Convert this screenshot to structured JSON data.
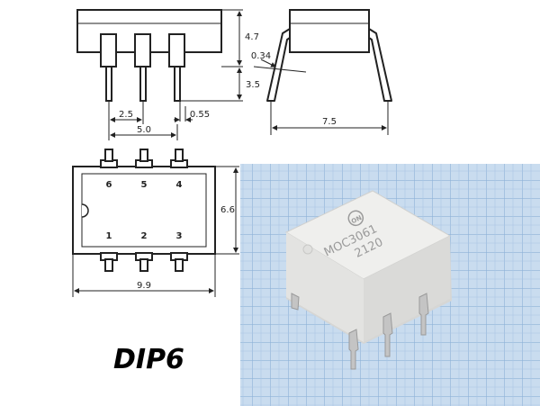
{
  "package_label": "DIP6",
  "dimensions": {
    "body_height": "4.7",
    "pin_length": "3.5",
    "lead_thickness": "0.34",
    "pin_pitch": "2.5",
    "pin_width": "0.55",
    "row_span": "5.0",
    "lead_span": "7.5",
    "body_width": "6.6",
    "body_length": "9.9"
  },
  "pins": {
    "top_row": [
      "6",
      "5",
      "4"
    ],
    "bottom_row": [
      "1",
      "2",
      "3"
    ]
  },
  "chip_marking": {
    "logo": "ON",
    "part_number": "MOC3061",
    "date_code": "2120"
  }
}
